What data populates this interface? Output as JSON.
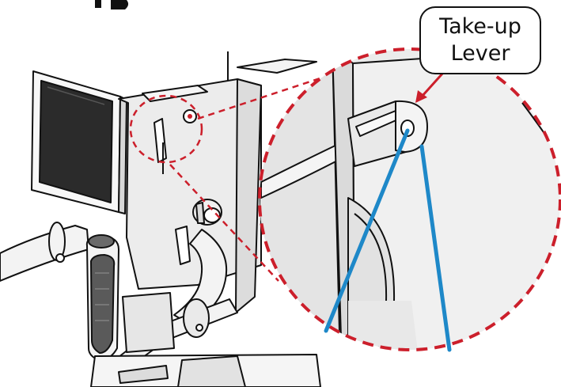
{
  "callout": {
    "line1": "Take-up",
    "line2": "Lever"
  },
  "colors": {
    "thread": "#1e88c8",
    "highlight_dash": "#cc1f2b",
    "pointer_arrow": "#cc1f2b",
    "outline": "#111111",
    "machine_fill": "#ececec",
    "grip_dark": "#5a5a5a"
  },
  "icons": {
    "zoom_indicator": "dashed-red-circle",
    "pointer": "red-arrow"
  }
}
